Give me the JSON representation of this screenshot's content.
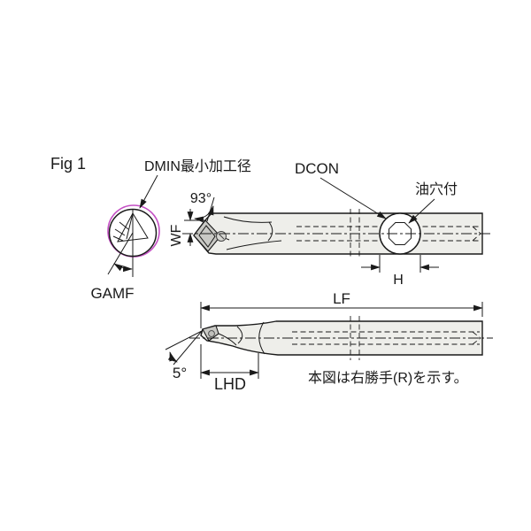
{
  "page": {
    "figure_label": "Fig 1"
  },
  "annotations": {
    "dmin": "DMIN最小加工径",
    "lead_angle": "93°",
    "wf": "WF",
    "gamf": "GAMF",
    "dcon": "DCON",
    "oil_hole": "油穴付",
    "h": "H",
    "lf": "LF",
    "end_angle": "5°",
    "lhd": "LHD",
    "hand_note": "本図は右勝手(R)を示す。"
  },
  "colors": {
    "line": "#1a1a1a",
    "dmin_highlight": "#c44fc4",
    "metal_light": "#eeeeea",
    "metal_mid": "#c9c9c5"
  }
}
